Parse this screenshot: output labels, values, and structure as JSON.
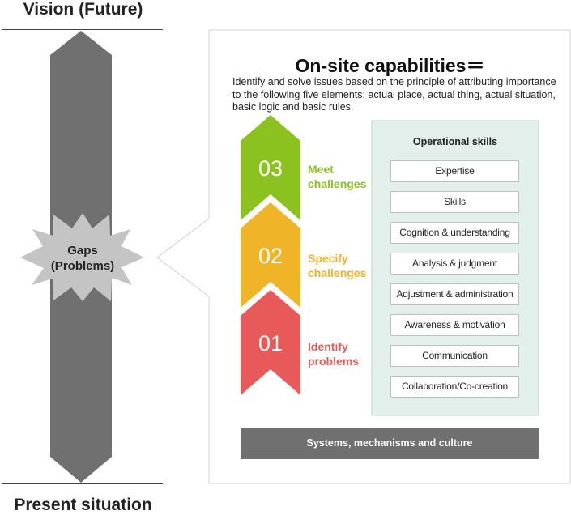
{
  "left": {
    "top_label": "Vision (Future)",
    "bottom_label": "Present situation",
    "gaps_line1": "Gaps",
    "gaps_line2": "(Problems)"
  },
  "panel": {
    "title": "On-site capabilities＝",
    "description": "Identify and solve issues based on the principle of attributing importance to the following five elements: actual place, actual thing, actual situation, basic logic and basic rules."
  },
  "steps": [
    {
      "num": "03",
      "line1": "Meet",
      "line2": "challenges",
      "color": "#8cc21f"
    },
    {
      "num": "02",
      "line1": "Specify",
      "line2": "challenges",
      "color": "#f0b429"
    },
    {
      "num": "01",
      "line1": "Identify",
      "line2": "problems",
      "color": "#e85a5a"
    }
  ],
  "operational": {
    "title": "Operational skills",
    "skills": [
      "Expertise",
      "Skills",
      "Cognition & understanding",
      "Analysis & judgment",
      "Adjustment & administration",
      "Awareness & motivation",
      "Communication",
      "Collaboration/Co-creation"
    ]
  },
  "systems_bar": "Systems, mechanisms and culture",
  "colors": {
    "arrow_gray": "#707070",
    "star_gray": "#c4c4c4",
    "ops_bg": "#e3efea",
    "ops_border": "#bcd3c8"
  }
}
